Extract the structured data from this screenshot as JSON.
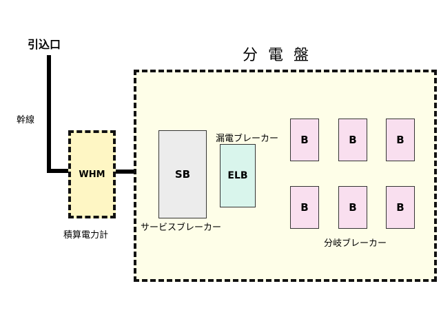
{
  "labels": {
    "entrance": "引込口",
    "panel_title": "分 電 盤",
    "trunk_line": "幹線",
    "meter_caption": "積算電力計",
    "elb_caption": "漏電ブレーカー",
    "service_breaker_caption": "サービスブレーカー",
    "branch_breaker_caption": "分岐ブレーカー"
  },
  "components": {
    "meter": "WHM",
    "service_breaker": "SB",
    "elb": "ELB",
    "branch_breakers_top": [
      "B",
      "B",
      "B"
    ],
    "branch_breakers_bottom": [
      "B",
      "B",
      "B"
    ]
  }
}
